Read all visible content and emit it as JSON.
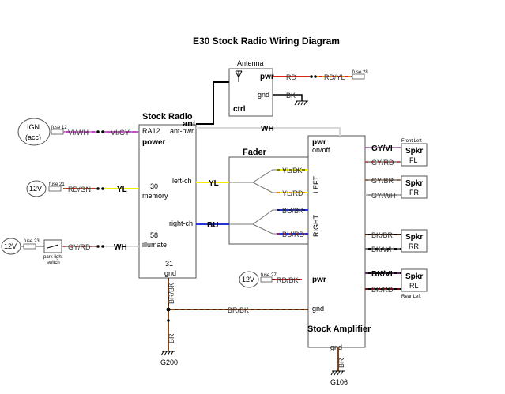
{
  "title": "E30 Stock Radio Wiring Diagram",
  "blocks": {
    "radio": {
      "title": "Stock Radio",
      "ant_top": "ant",
      "ant_pwr": "ant-pwr",
      "ra12": "RA12",
      "power": "power",
      "left_ch": "left-ch",
      "right_ch": "right-ch",
      "pin30": "30",
      "memory": "memory",
      "pin58": "58",
      "illumate": "illumate",
      "pin31": "31",
      "gnd": "gnd"
    },
    "antenna": {
      "title": "Antenna",
      "pwr": "pwr",
      "gnd": "gnd",
      "ctrl": "ctrl"
    },
    "fader": {
      "title": "Fader"
    },
    "amp": {
      "pwr": "pwr",
      "onoff": "on/off",
      "left": "LEFT",
      "right": "RIGHT",
      "pwr2": "pwr",
      "gnd": "gnd",
      "title": "Stock Amplifier",
      "gnd_bottom": "gnd"
    }
  },
  "sources": {
    "ign": {
      "line1": "IGN",
      "line2": "(acc)",
      "fuse": "fuse 12"
    },
    "v12a": {
      "label": "12V",
      "fuse": "fuse 21"
    },
    "v12b": {
      "label": "12V",
      "fuse": "fuse 23",
      "switch1": "park light",
      "switch2": "switch"
    },
    "v12c": {
      "label": "12V",
      "fuse": "fuse 27"
    },
    "ant_fuse": {
      "fuse": "fuse 28"
    }
  },
  "wires": {
    "vi_wh1": "VI/WH",
    "vi_gy": "VI/GY",
    "rd_gn": "RD/GN",
    "yl_mem": "YL",
    "gy_rd_ill": "GY/RD",
    "wh_ill": "WH",
    "wh_top": "WH",
    "rd_ant": "RD",
    "rd_yl_ant": "RD/YL",
    "bk_ant": "BK",
    "yl_left": "YL",
    "bu_right": "BU",
    "yl_bk": "YL/BK",
    "yl_rd": "YL/RD",
    "bu_bk": "BU/BK",
    "bu_rd": "BU/RD",
    "rd_bk_amp": "RD/BK",
    "br_bk_gnd": "BR/BK",
    "br_bk_vert": "BR/BK",
    "br_g200": "BR",
    "br_g106": "BR",
    "gy_vi": "GY/VI",
    "gy_rd_fl": "GY/RD",
    "gy_br": "GY/BR",
    "gy_wh": "GY/WH",
    "bk_br": "BK/BR",
    "bk_wh": "BK/WH",
    "bk_vi": "BK/VI",
    "bk_rd": "BK/RD"
  },
  "speakers": [
    {
      "title": "Spkr",
      "pos": "FL",
      "note": "Front Left"
    },
    {
      "title": "Spkr",
      "pos": "FR",
      "note": ""
    },
    {
      "title": "Spkr",
      "pos": "RR",
      "note": ""
    },
    {
      "title": "Spkr",
      "pos": "RL",
      "note": "Rear Left"
    }
  ],
  "grounds": {
    "g200": "G200",
    "g106": "G106"
  },
  "colors": {
    "violet": "#cc44cc",
    "white": "#d8d8d8",
    "red": "#dd2222",
    "green": "#22aa22",
    "yellow": "#eeee00",
    "gray": "#9a9a9a",
    "blue": "#2233dd",
    "black": "#000000",
    "brown": "#8b4513",
    "box_line": "#555555"
  }
}
